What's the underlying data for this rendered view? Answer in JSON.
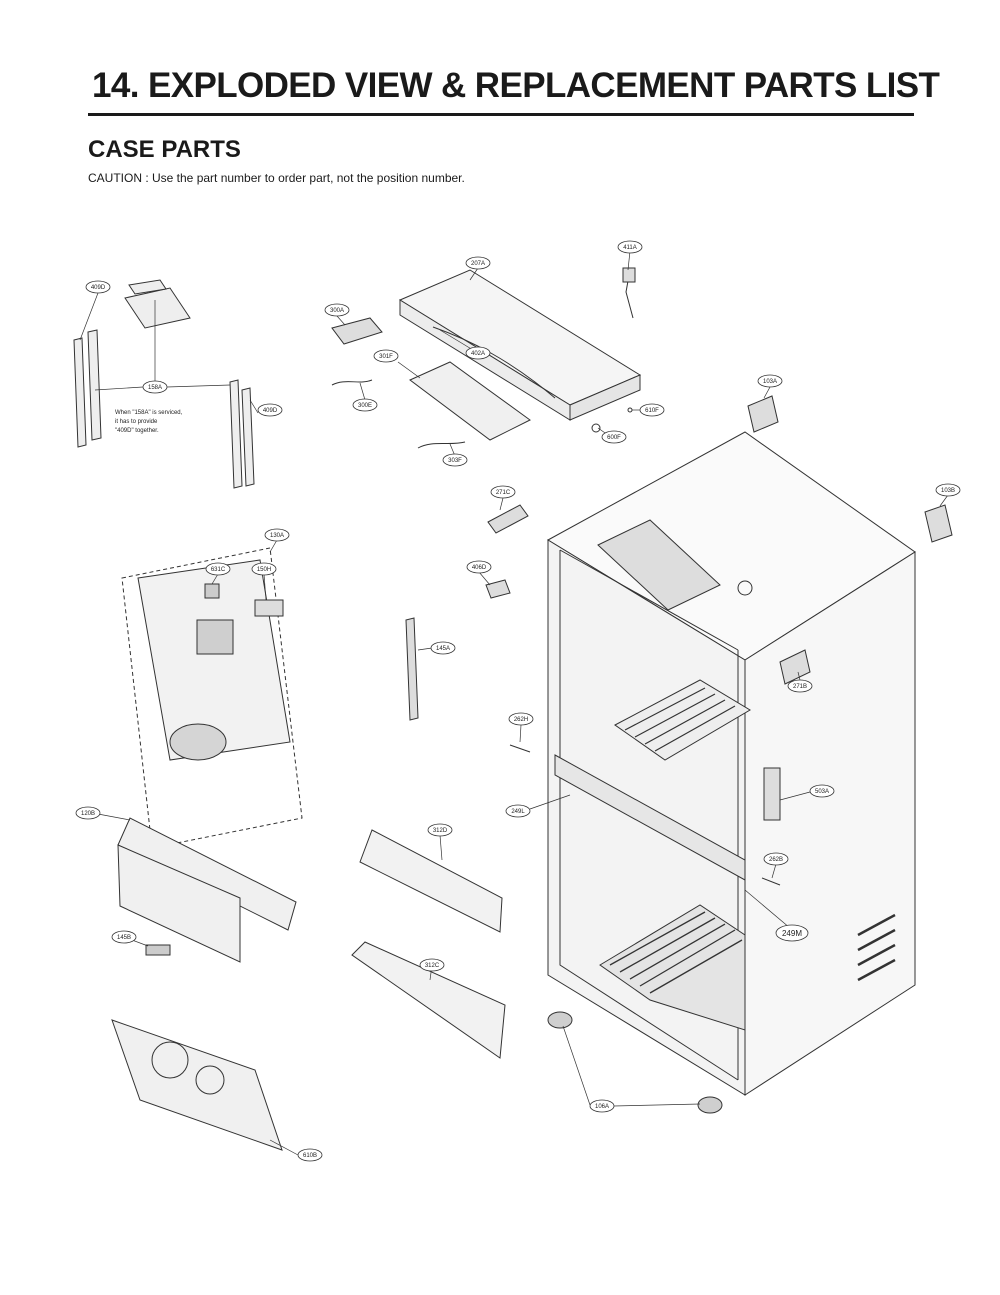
{
  "header": {
    "title": "14. EXPLODED VIEW & REPLACEMENT PARTS LIST",
    "section": "CASE PARTS",
    "caution": "CAUTION : Use the part number to order part, not the position number."
  },
  "diagram": {
    "note_lines": [
      "When \"158A\" is serviced,",
      "it has to provide",
      "\"409D\" together."
    ],
    "callouts": {
      "c409D_top": "409D",
      "c158A": "158A",
      "c409D_right": "409D",
      "c300A": "300A",
      "c207A": "207A",
      "c402A": "402A",
      "c411A": "411A",
      "c301F": "301F",
      "c300E": "300E",
      "c303F": "303F",
      "c610F": "610F",
      "c600F": "600F",
      "c103A": "103A",
      "c103B": "103B",
      "c271C": "271C",
      "c406D": "406D",
      "c130A": "130A",
      "c631C": "631C",
      "c150H": "150H",
      "c145A": "145A",
      "c271B": "271B",
      "c262H": "262H",
      "c249L": "249L",
      "c503A": "503A",
      "c262B": "262B",
      "c249M": "249M",
      "c120B": "120B",
      "c312D": "312D",
      "c145B": "145B",
      "c312C": "312C",
      "c106A": "106A",
      "c610B": "610B"
    }
  }
}
